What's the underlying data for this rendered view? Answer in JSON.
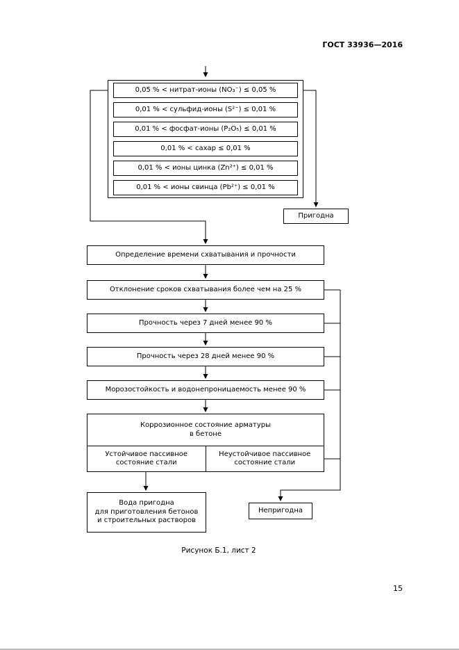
{
  "header": {
    "doc_number": "ГОСТ 33936—2016"
  },
  "colors": {
    "ink": "#000000",
    "background": "#ffffff"
  },
  "flowchart": {
    "criteria": [
      {
        "text": "0,05 % < нитрат-ионы (NO₃⁻) ≤ 0,05 %"
      },
      {
        "text": "0,01 % < сульфид-ионы (S²⁻) ≤ 0,01 %"
      },
      {
        "text": "0,01 % < фосфат-ионы (P₂O₅) ≤ 0,01 %"
      },
      {
        "text": "0,01 % < сахар ≤ 0,01 %"
      },
      {
        "text": "0,01 % < ионы цинка (Zn²⁺) ≤ 0,01 %"
      },
      {
        "text": "0,01 % < ионы свинца (Pb²⁺) ≤ 0,01 %"
      }
    ],
    "suitable_label": "Пригодна",
    "unsuitable_label": "Непригодна",
    "steps": [
      {
        "text": "Определение времени схватывания и прочности"
      },
      {
        "text": "Отклонение сроков схватывания более чем на 25 %"
      },
      {
        "text": "Прочность через 7 дней менее 90 %"
      },
      {
        "text": "Прочность через 28 дней менее 90 %"
      },
      {
        "text": "Морозостойкость и водонепроницаемость менее 90 %"
      }
    ],
    "corrosion": {
      "title": "Коррозионное состояние арматуры\nв бетоне",
      "left_cell": "Устойчивое пассивное\nсостояние стали",
      "right_cell": "Неустойчивое пассивное\nсостояние стали"
    },
    "result_suitable": "Вода пригодна\nдля приготовления бетонов\nи строительных растворов"
  },
  "caption": "Рисунок Б.1, лист 2",
  "page_number": "15"
}
